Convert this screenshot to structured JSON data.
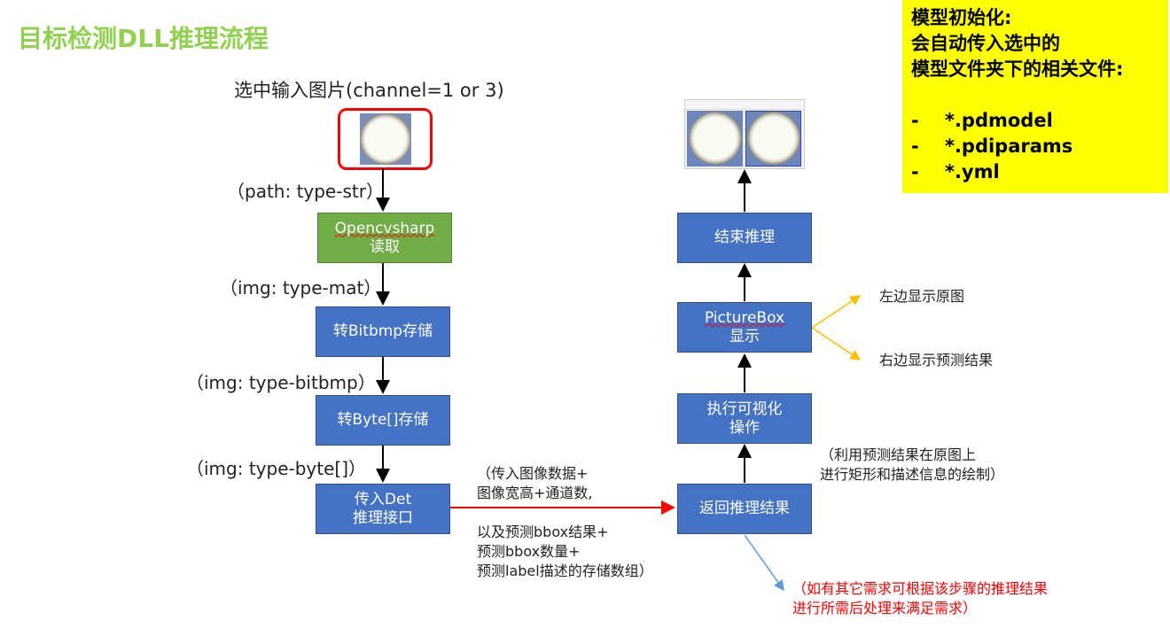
{
  "title": "目标检测DLL推理流程",
  "input_label": "选中输入图片(channel=1 or 3)",
  "edges": {
    "path": "（path: type-str）",
    "mat": "（img: type-mat）",
    "bitbmp": "（img: type-bitbmp）",
    "byte": "（img: type-byte[]）"
  },
  "left_steps": [
    {
      "line1": "Opencvsharp",
      "line2": "读取"
    },
    {
      "line1": "转Bitbmp存储"
    },
    {
      "line1": "转Byte[]存储"
    },
    {
      "line1": "传入Det",
      "line2": "推理接口"
    }
  ],
  "right_steps": [
    {
      "line1": "返回推理结果"
    },
    {
      "line1": "执行可视化",
      "line2": "操作"
    },
    {
      "line1": "PictureBox",
      "line2": "显示"
    },
    {
      "line1": "结束推理"
    }
  ],
  "transfer_note": [
    "（传入图像数据+",
    "图像宽高+通道数,",
    "",
    "以及预测bbox结果+",
    "预测bbox数量+",
    "预测label描述的存储数组）"
  ],
  "draw_note": [
    "（利用预测结果在原图上",
    "进行矩形和描述信息的绘制）"
  ],
  "display_left": "左边显示原图",
  "display_right": "右边显示预测结果",
  "post_note": [
    "（如有其它需求可根据该步骤的推理结果",
    "进行所需后处理来满足需求）"
  ],
  "model_init": {
    "lines": [
      "模型初始化:",
      "会自动传入选中的",
      "模型文件夹下的相关文件:"
    ],
    "files": [
      "-    *.pdmodel",
      "-    *.pdiparams",
      "-    *.yml"
    ]
  },
  "colors": {
    "title": "#92d050",
    "box": "#4472c4",
    "green_box": "#70ad47",
    "red_arrow": "#ff0000",
    "orange_arrow": "#ffc000",
    "blue_arrow": "#5b9bd5",
    "highlight": "#ffff00"
  }
}
